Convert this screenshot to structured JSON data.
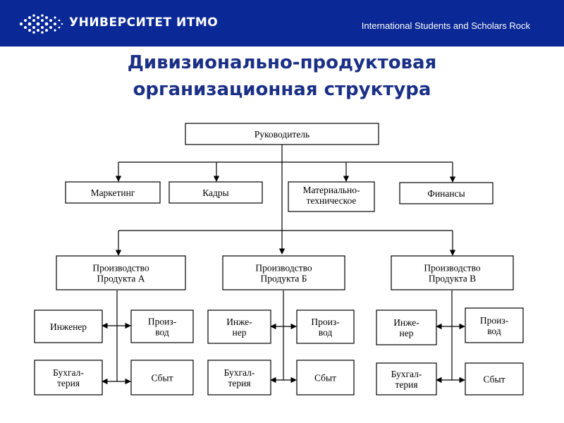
{
  "header": {
    "logo_label": "УНИВЕРСИТЕТ ИТМО",
    "tagline": "International Students and Scholars Rock",
    "bar_color": "#0a2896"
  },
  "title": {
    "line1": "Дивизионально-продуктовая",
    "line2": "организационная структура",
    "color": "#1a2f86"
  },
  "diagram": {
    "root": "Руководитель",
    "departments": [
      "Маркетинг",
      "Кадры",
      "Материально-техническое",
      "Финансы"
    ],
    "divisions": [
      {
        "name": "Производство Продукта А",
        "units": [
          "Инженер",
          "Произ-вод",
          "Бухгал-терия",
          "Сбыт"
        ]
      },
      {
        "name": "Производство Продукта Б",
        "units": [
          "Инже-нер",
          "Произ-вод",
          "Бухгал-терия",
          "Сбыт"
        ]
      },
      {
        "name": "Производство Продукта В",
        "units": [
          "Инже-нер",
          "Произ-вод",
          "Бухгал-терия",
          "Сбыт"
        ]
      }
    ]
  }
}
